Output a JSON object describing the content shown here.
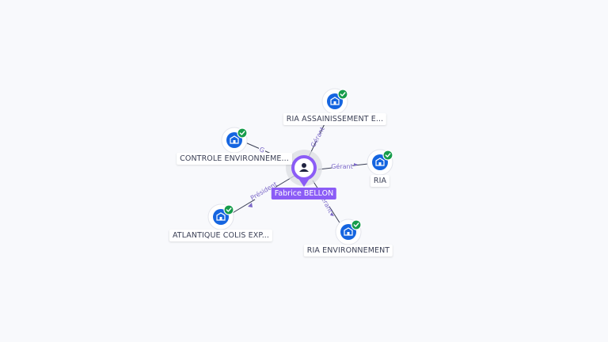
{
  "person": {
    "name": "Fabrice BELLON",
    "icon": "person-icon",
    "color": "#8b5cf6"
  },
  "companies": [
    {
      "label": "RIA ASSAINISSEMENT E...",
      "role": "Gérant",
      "icon": "building-icon",
      "verified": true
    },
    {
      "label": "CONTROLE ENVIRONNEME...",
      "role": "G",
      "icon": "building-icon",
      "verified": true
    },
    {
      "label": "RIA",
      "role": "Gérant",
      "icon": "building-icon",
      "verified": true
    },
    {
      "label": "ATLANTIQUE COLIS EXP...",
      "role": "Président",
      "icon": "building-icon",
      "verified": true
    },
    {
      "label": "RIA ENVIRONNEMENT",
      "role": "Gérant",
      "icon": "building-icon",
      "verified": true
    }
  ],
  "colors": {
    "company": "#1565e0",
    "verified": "#169c4b",
    "edge": "#7b68c8",
    "person": "#8b5cf6"
  }
}
